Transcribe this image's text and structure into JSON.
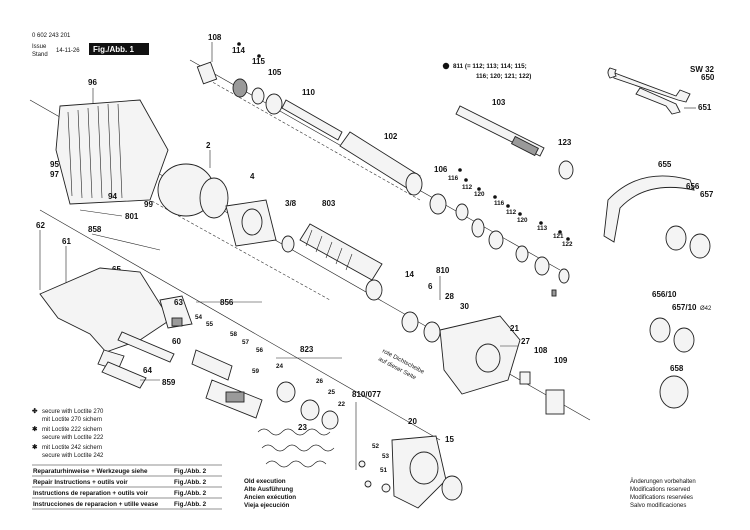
{
  "header": {
    "doc_number": "0 602 243 201",
    "issue_label": "Issue",
    "stand_label": "Stand",
    "issue_date": "14-11-26",
    "figure_label": "Fig./Abb. 1"
  },
  "bullet_note": {
    "line1": "811 (= 112; 113; 114; 115;",
    "line2": "116; 120; 121; 122)"
  },
  "tool": {
    "size_label": "SW 32"
  },
  "legend": [
    {
      "symbol": "✤",
      "lines": [
        "secure with Loctite 270",
        "mit Loctite 270 sichern"
      ]
    },
    {
      "symbol": "✱",
      "lines": [
        "mit Loctite 222 sichern",
        "secure with Loctite 222"
      ]
    },
    {
      "symbol": "✱",
      "lines": [
        "mit Loctite 242 sichern",
        "secure with Loctite 242"
      ]
    }
  ],
  "repair_table": [
    {
      "text": "Reparaturhinweise + Werkzeuge siehe",
      "ref": "Fig./Abb. 2"
    },
    {
      "text": "Repair Instructions + outils voir",
      "ref": "Fig./Abb. 2"
    },
    {
      "text": "Instructions de reparation + outils voir",
      "ref": "Fig./Abb. 2"
    },
    {
      "text": "Instrucciones de reparacion + utille vease",
      "ref": "Fig./Abb. 2"
    }
  ],
  "old_execution": [
    "Old execution",
    "Alte Ausführung",
    "Ancien exécution",
    "Vieja ejecución"
  ],
  "rights": [
    "Änderungen vorbehalten",
    "Modifications reserved",
    "Modifications reservées",
    "Salvo modificaciones"
  ],
  "seal_note": [
    "rote Dichtscheibe",
    "auf dieser Seite"
  ],
  "callouts": {
    "p108a": "108",
    "p114": "114",
    "p115": "115",
    "p105": "105",
    "p110": "110",
    "p102": "102",
    "p103": "103",
    "p123": "123",
    "p650": "650",
    "p651": "651",
    "p96": "96",
    "p2": "2",
    "p95": "95",
    "p97": "97",
    "p94": "94",
    "p99": "99",
    "p801": "801",
    "p4": "4",
    "p38": "3/8",
    "p803": "803",
    "p106": "106",
    "p116a": "116",
    "p112a": "112",
    "p120a": "120",
    "p116b": "116",
    "p112b": "112",
    "p120b": "120",
    "p113": "113",
    "p121": "121",
    "p122": "122",
    "p655": "655",
    "p656": "656",
    "p657": "657",
    "p65610": "656/10",
    "p65710": "657/10",
    "pO42": "Ø42",
    "p658": "658",
    "p62": "62",
    "p61": "61",
    "p858": "858",
    "p65": "65",
    "p63": "63",
    "p60": "60",
    "p64": "64",
    "p859": "859",
    "p856": "856",
    "p54": "54",
    "p55": "55",
    "p58": "58",
    "p57": "57",
    "p56": "56",
    "p59": "59",
    "p14": "14",
    "p810": "810",
    "p6": "6",
    "p28": "28",
    "p30": "30",
    "p21": "21",
    "p27": "27",
    "p108b": "108",
    "p109": "109",
    "p823": "823",
    "p24": "24",
    "p26": "26",
    "p25": "25",
    "p22": "22",
    "p23": "23",
    "p810077": "810/077",
    "p20": "20",
    "p15": "15",
    "p52": "52",
    "p53": "53",
    "p51": "51"
  }
}
